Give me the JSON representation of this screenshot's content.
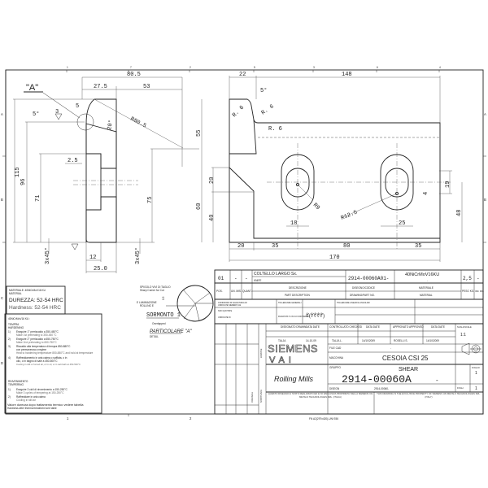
{
  "sheet": {
    "zones_top": [
      "1",
      "2",
      "3",
      "4",
      "5",
      "6",
      "7"
    ],
    "zones_bottom": [
      "1",
      "2"
    ],
    "zones_side": [
      "A",
      "B",
      "C",
      "D"
    ],
    "format_note": "FN A2(297x420)-UNI 936"
  },
  "side_view": {
    "section_label": "\"A\"",
    "dims": {
      "overall_width": "80.5",
      "blade_width": "27.5",
      "offset": "53",
      "tip": "5",
      "angle": "5°",
      "surface_mark": "3",
      "radius": "R80.5",
      "bevel": "20°",
      "step": "2.5",
      "height": "115",
      "height2": "96",
      "pocket": "71",
      "center": "75",
      "upper": "55",
      "lower": "60",
      "chamfer_left": "3x45°",
      "chamfer_right": "3x45°",
      "slot": "12",
      "thickness": "25.0"
    }
  },
  "front_view": {
    "dims": {
      "tab": "22",
      "length": "148",
      "angle": "5°",
      "r1": "R. 6",
      "r2": "R. 6",
      "r3": "R. 6",
      "chamfer_h": "20",
      "lower_h": "40",
      "slot_h": "19",
      "slot_off": "4",
      "slot_center": "48",
      "slot_w1": "18",
      "slot_w2": "25",
      "radius_big": "R12.5",
      "radius_small": "R9",
      "base": "20",
      "pitch_left": "35",
      "pitch": "80",
      "pitch_right": "35",
      "total": "170"
    }
  },
  "detail_a": {
    "sharp_it": "SPIGOLO VIVI DI TAGLIO",
    "sharp_en": "Sharp Corner for Cut",
    "rolling_it": "E LAMINAZIONE",
    "rolling_en": "ROLLING E",
    "overlap_it": "SORMONTO 1",
    "overlap_en": "Overlapped",
    "title": "PARTICOLARE \"A\"",
    "subtitle": "DETAIL",
    "dim": "0.5"
  },
  "material_box": {
    "label": "MATERIALE:  40NiCrMoV16 KU",
    "label_en": "MATERIAL",
    "hardness_it": "DUREZZA: 52-54 HRC",
    "hardness_en": "Hardness: 52-54 HRC"
  },
  "treatment": {
    "header": "40NiCrMoV16 KU :",
    "tempra": "TEMPRA",
    "tempra_en": "HARDENING",
    "steps": [
      {
        "n": "1)",
        "it": "Eseguire 1° preriscaldo a 350-450°C",
        "en": "Make 1st preheating to 350-450 °C"
      },
      {
        "n": "2)",
        "it": "Eseguire 2° preriscaldo a 650-750°C",
        "en": "Make 2nd preheating to 650-750°C"
      },
      {
        "n": "3)",
        "it": "Riscaldo alla temperatura di tempra 850-880°C",
        "it2": "con permanenza a regime",
        "en": "Heat to hardening temperature 850-880°C and hold at temperature"
      },
      {
        "n": "4)",
        "it": "Raffreddamento in aria calma o soffiata, o in",
        "it2": "olio, o in bagno di sale a 450-500°C",
        "en": "Cooling in still or forced air, or in oil, or in salt bath at 450-500°C"
      }
    ],
    "rinv": "RINVENIMENTO",
    "rinv_en": "TEMPERING",
    "rsteps": [
      {
        "n": "1)",
        "it": "Eseguire 3 cicli di rinvenimento a 150-250°C",
        "en": "Make 3 cycles of tempering at 150-250°C"
      },
      {
        "n": "2)",
        "it": "Raffreddare in aria calma",
        "en": "Cooling in still air"
      }
    ],
    "final_it": "Valore durezza dopo trattamento termico vedere tabella",
    "final_en": "Hardness after thermal treatment see table"
  },
  "title_block": {
    "row": {
      "pos": "01",
      "un": "-",
      "quant": "-",
      "desc_it": "COLTELLO LARGO Sx.",
      "desc_en": "KNIFE",
      "drawing": "2914-00060A01-",
      "material": "40NiCrMoV16KU",
      "material2": "-",
      "weight": "2,5",
      "ind": "-"
    },
    "headers": {
      "pos": "POS.",
      "un": "UN. MIS.",
      "quant": "QUANT.",
      "desc_it": "DESCRIZIONE",
      "desc_en": "PART DESCRIPTION",
      "draw_it": "DISEGNO/CODICE",
      "draw_en": "DRAWING/PART NO.",
      "mat_it": "MATERIALE",
      "mat_en": "MATERIAL",
      "peso": "PESO KG.",
      "ind": "IND. RIC."
    },
    "notes_left": [
      "CONDIZIONI DI SALDATURA AD",
      "UNIFICATE SIEMENS VAI",
      "NON QUOTATE",
      "UNIFICATE IN",
      "TOLLERANZE GENERALI"
    ],
    "note_mid": "RUGOSITA' % IN CUI CONTRARIO",
    "roughness": "∜(∜∜∜∜)",
    "notes_right": "TOLLERANZE LINEARI E ANGOLARI",
    "drawn_label": "DISEGNATO DRAWN",
    "drawn_by": "TALJA",
    "drawn_date_label": "DATA DATE",
    "drawn_date": "14-10-09",
    "checked_label": "CONTROLLATO CHECKED",
    "checked_by": "TALJA L.",
    "checked_date_label": "DATA DATE",
    "checked_date": "14/10/2009",
    "approved_label": "APPROVATO APPROVED",
    "approved_by": "ROSELLI S.",
    "approved_date_label": "DATA DATE",
    "approved_date": "14/10/2009",
    "scale_label": "SCALA/SCALE",
    "scale": "1:1",
    "brand": "SIEMENS",
    "brand2": "VAI",
    "division": "Rolling Mills",
    "file_cad_label": "FILE CAD",
    "file_cad": "-",
    "machine_label": "MACCHINA",
    "machine": "CESOIA CSI 25",
    "group_label": "GRUPPO",
    "group": "SHEAR",
    "drawing_number": "2914-00060A",
    "revision": "-",
    "sheet_label": "FOGLIO",
    "sheet": "1",
    "issued_label": "DISEGN",
    "issued": "2914-00060-",
    "sheets_label": "FOGLI",
    "sheets": "1",
    "left_col_1": "EDIZIONE",
    "left_col_2": "ORIGINALE",
    "left_col_3": "SOSTITUISCE",
    "copyright_it": "QUESTO DISEGNO E' STATO REALIZZATO ED E' DI ESCLUSIVA PROPRIETA' DELLA SIEMENS VAI METALS TECHNOLOGIES SRL. (ITALIA)",
    "copyright_en": "THIS DRAWING IS THE EXCLUSIVE PROPERTY OF SIEMENS VAI METALS TECHNOLOGIES SRL. (ITALY)"
  }
}
